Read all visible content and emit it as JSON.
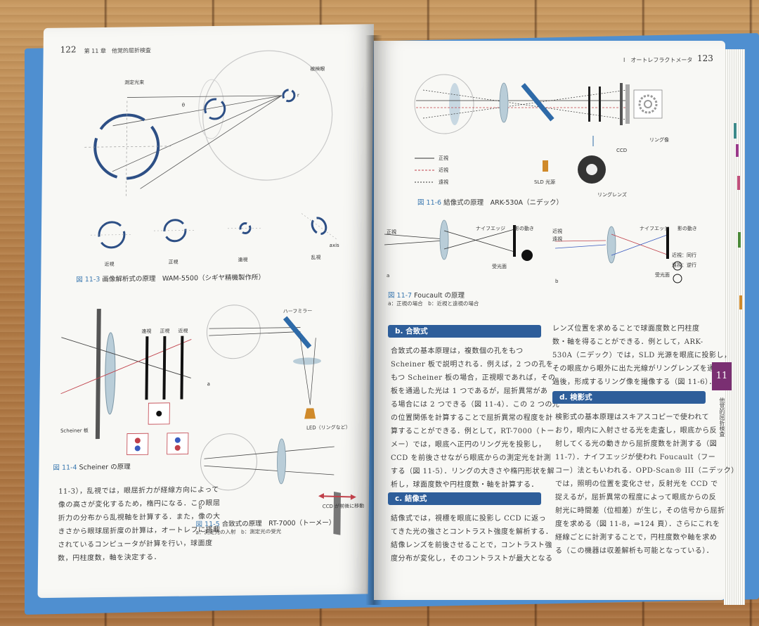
{
  "left_page": {
    "page_number": "122",
    "chapter": "第 11 章　他覚的屈折検査",
    "fig3": {
      "label_light": "測定光束",
      "label_eye": "被検眼",
      "theta": "θ",
      "r": "r",
      "rings": [
        "近視",
        "正視",
        "遠視",
        "乱視"
      ],
      "axis": "axis",
      "caption_num": "図 11-3",
      "caption_text": "画像解析式の原理　WAM-5500（シギヤ精機製作所）"
    },
    "fig4": {
      "labels": [
        "遠視",
        "正視",
        "近視"
      ],
      "scheiner": "Scheiner 板",
      "caption_num": "図 11-4",
      "caption_text": "Scheiner の原理"
    },
    "fig5": {
      "half_mirror": "ハーフミラー",
      "led": "LED（リングなど）",
      "ccd": "CCD が前後に移動",
      "a": "a",
      "b": "b",
      "caption_num": "図 11-5",
      "caption_text": "合致式の原理　RT-7000（トーメー）",
      "caption_sub": "a：測定光の入射　b：測定光の受光"
    },
    "body": [
      "11-3），乱視では，眼屈折力が経線方向によって",
      "像の高さが変化するため，楕円になる．この眼屈",
      "折力の分布から乱視軸を計算する．また，像の大",
      "きさから眼球屈折度の計算は，オートレフに搭載",
      "されているコンピュータが計算を行い，球面度",
      "数，円柱度数，軸を決定する．"
    ]
  },
  "right_page": {
    "page_number": "123",
    "header": "I　オートレフラクトメータ",
    "fig6": {
      "legend": [
        "正視",
        "近視",
        "遠視"
      ],
      "sld": "SLD 光源",
      "ring_lens": "リングレンズ",
      "ccd": "CCD",
      "ring_image": "リング像",
      "caption_num": "図 11-6",
      "caption_text": "結像式の原理　ARK-530A（ニデック）"
    },
    "fig7": {
      "emmetropia": "正視",
      "myopia": "近視",
      "hyperopia": "遠視",
      "knife": "ナイフエッジ",
      "shadow": "影の動き",
      "receiver": "受光面",
      "with": "近視：同行",
      "against": "遠視：逆行",
      "a": "a",
      "b": "b",
      "caption_num": "図 11-7",
      "caption_text": "Foucault の原理",
      "caption_sub": "a：正視の場合　b：近視と遠視の場合"
    },
    "sections": {
      "b_title": "b. 合致式",
      "b_body": [
        "合致式の基本原理は，複数個の孔をもつ",
        "Scheiner 板で説明される．例えば，2 つの孔を",
        "もつ Scheiner 板の場合，正視眼であれば，その",
        "板を通過した光は 1 つであるが，屈折異常があ",
        "る場合には 2 つできる（図 11-4）．この 2 つの光",
        "の位置関係を計算することで屈折異常の程度を計",
        "算することができる．例として，RT-7000（トー",
        "メー）では，眼底へ正円のリング光を投影し，",
        "CCD を前後させながら眼底からの測定光を計測",
        "する（図 11-5）．リングの大きさや楕円形状を解",
        "析し，球面度数や円柱度数・軸を計算する．"
      ],
      "c_title": "c. 結像式",
      "c_body": [
        "結像式では，視標を眼底に投影し CCD に返っ",
        "てきた光の強さとコントラスト強度を解析する．",
        "結像レンズを前後させることで，コントラスト強",
        "度分布が変化し，そのコントラストが最大となる"
      ],
      "right_col_body": [
        "レンズ位置を求めることで球面度数と円柱度",
        "数・軸を得ることができる．例として，ARK-",
        "530A（ニデック）では，SLD 光源を眼底に投影し，",
        "その眼底から眼外に出た光線がリングレンズを通",
        "過後，形成するリング像を撮像する（図 11-6）．"
      ],
      "d_title": "d. 検影式",
      "d_body": [
        "検影式の基本原理はスキアスコピーで使われて",
        "おり，眼内に入射させる光を走査し，眼底から反",
        "射してくる光の動きから屈折度数を計測する（図",
        "11-7）．ナイフエッジが使われ Foucault（フー",
        "コー）法ともいわれる．OPD-Scan® III（ニデック）",
        "では，照明の位置を変化させ，反射光を CCD で",
        "捉えるが，屈折異常の程度によって眼底からの反",
        "射光に時間差（位相差）が生じ，その信号から屈折",
        "度を求める（図 11-8，⇒124 頁）．さらにこれを",
        "経線ごとに計測することで，円柱度数や軸を求め",
        "る（この機器は収差解析も可能となっている）．"
      ]
    },
    "thumb_index": "11",
    "thumb_label": "他覚的屈折検査"
  },
  "colors": {
    "accent_blue": "#2e5e9a",
    "ring_blue": "#2d4f85",
    "caption_blue": "#3a78b0",
    "thumb_purple": "#7a2f72",
    "myopia_red": "#c0404a"
  }
}
